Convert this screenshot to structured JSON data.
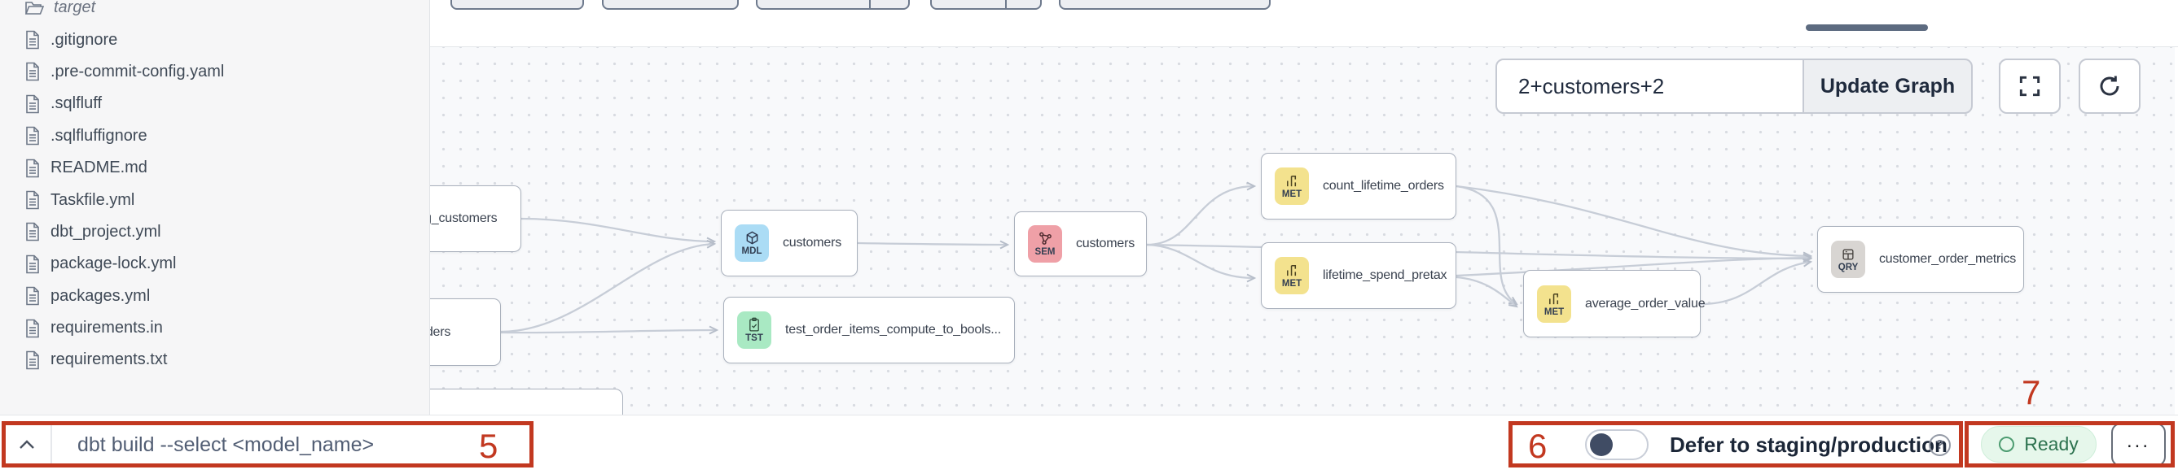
{
  "annotations": {
    "step_5": "5",
    "step_6": "6",
    "step_7": "7",
    "accent_color": "#c23820"
  },
  "sidebar": {
    "folder_label": "target",
    "files": [
      ".gitignore",
      ".pre-commit-config.yaml",
      ".sqlfluff",
      ".sqlfluffignore",
      "README.md",
      "Taskfile.yml",
      "dbt_project.yml",
      "package-lock.yml",
      "packages.yml",
      "requirements.in",
      "requirements.txt"
    ]
  },
  "lineage": {
    "selector_value": "2+customers+2",
    "update_button_label": "Update Graph",
    "badge_colors": {
      "MDL": "#abdcf5",
      "TST": "#a9e9c3",
      "SEM": "#efa0a7",
      "MET": "#f3e28e",
      "QRY": "#d8d5d2"
    },
    "nodes": [
      {
        "id": "stg_customers",
        "label": "stg_customers",
        "type": ""
      },
      {
        "id": "orders",
        "label": "orders",
        "type": ""
      },
      {
        "id": "customers_mdl",
        "label": "customers",
        "type": "MDL"
      },
      {
        "id": "test_order_items",
        "label": "test_order_items_compute_to_bools...",
        "type": "TST"
      },
      {
        "id": "customers_sem",
        "label": "customers",
        "type": "SEM"
      },
      {
        "id": "count_lifetime_orders",
        "label": "count_lifetime_orders",
        "type": "MET"
      },
      {
        "id": "lifetime_spend_pretax",
        "label": "lifetime_spend_pretax",
        "type": "MET"
      },
      {
        "id": "average_order_value",
        "label": "average_order_value",
        "type": "MET"
      },
      {
        "id": "customer_order_metrics",
        "label": "customer_order_metrics",
        "type": "QRY"
      }
    ],
    "edges": [
      [
        "stg_customers",
        "customers_mdl"
      ],
      [
        "orders",
        "customers_mdl"
      ],
      [
        "orders",
        "test_order_items"
      ],
      [
        "customers_mdl",
        "customers_sem"
      ],
      [
        "customers_sem",
        "count_lifetime_orders"
      ],
      [
        "customers_sem",
        "lifetime_spend_pretax"
      ],
      [
        "customers_sem",
        "customer_order_metrics"
      ],
      [
        "count_lifetime_orders",
        "average_order_value"
      ],
      [
        "count_lifetime_orders",
        "customer_order_metrics"
      ],
      [
        "lifetime_spend_pretax",
        "customer_order_metrics"
      ],
      [
        "lifetime_spend_pretax",
        "average_order_value"
      ],
      [
        "average_order_value",
        "customer_order_metrics"
      ]
    ]
  },
  "bottom_bar": {
    "command_placeholder": "dbt build --select <model_name>",
    "defer_label": "Defer to staging/production",
    "status_label": "Ready"
  }
}
